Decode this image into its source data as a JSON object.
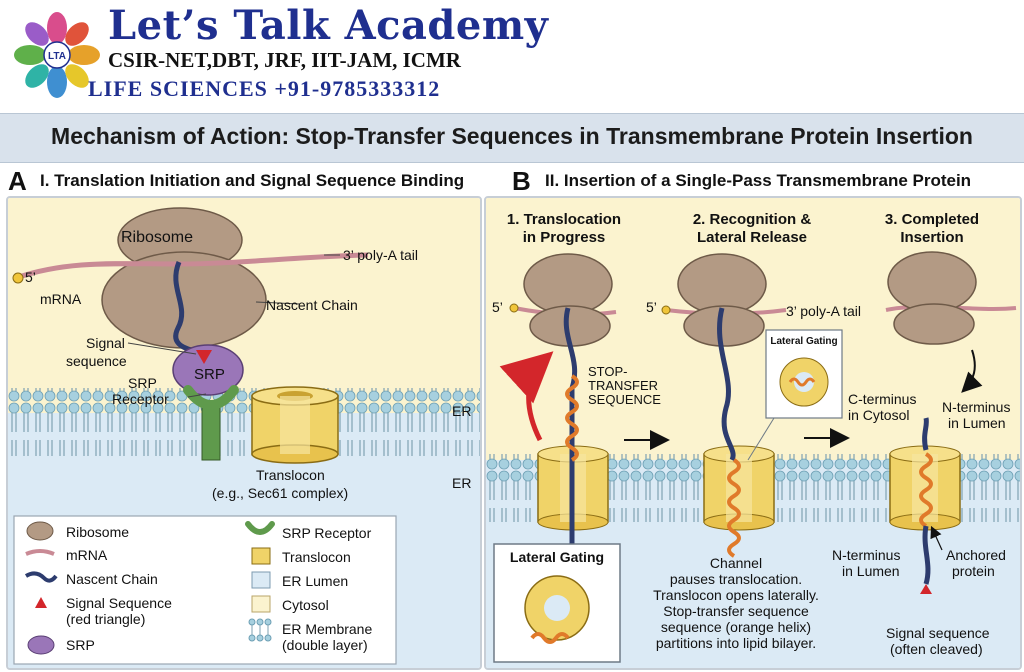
{
  "header": {
    "brand": "Let’s Talk Academy",
    "exams": "CSIR-NET,DBT, JRF, IIT-JAM, ICMR",
    "subject_phone": "LIFE SCIENCES  +91-9785333312",
    "logo_text": "LTA"
  },
  "title": "Mechanism of Action: Stop-Transfer Sequences in Transmembrane Protein Insertion",
  "panel_a": {
    "letter": "A",
    "heading": "I. Translation Initiation and Signal Sequence Binding",
    "labels": {
      "ribosome": "Ribosome",
      "polya": "3’ poly-A tail",
      "five": "5’",
      "mrna": "mRNA",
      "nascent": "Nascent Chain",
      "signal1": "Signal",
      "signal2": "sequence",
      "srp": "SRP",
      "srpr1": "SRP",
      "srpr2": "Receptor",
      "er": "ER",
      "er2": "ER",
      "translocon1": "Translocon",
      "translocon2": "(e.g., Sec61 complex)"
    },
    "legend": [
      {
        "label": "Ribosome"
      },
      {
        "label": "mRNA"
      },
      {
        "label": "Nascent Chain"
      },
      {
        "label": "Signal Sequence"
      },
      {
        "label": "(red triangle)"
      },
      {
        "label": "SRP"
      },
      {
        "label": "SRP Receptor"
      },
      {
        "label": "Translocon"
      },
      {
        "label": "ER Lumen"
      },
      {
        "label": "Cytosol"
      },
      {
        "label": "ER Membrane"
      },
      {
        "label": "(double layer)"
      }
    ]
  },
  "panel_b": {
    "letter": "B",
    "heading": "II. Insertion of a Single-Pass Transmembrane Protein",
    "steps": [
      {
        "line1": "1. Translocation",
        "line2": "in Progress"
      },
      {
        "line1": "2. Recognition &",
        "line2": "Lateral Release"
      },
      {
        "line1": "3. Completed",
        "line2": "Insertion"
      }
    ],
    "labels": {
      "five1": "5’",
      "five2": "5’",
      "polya": "3’ poly-A tail",
      "stop1": "STOP-",
      "stop2": "TRANSFER",
      "stop3": "SEQUENCE",
      "lateral_small": "Lateral Gating",
      "lateral_big": "Lateral Gating",
      "c_term1": "C-terminus",
      "c_term2": "in Cytosol",
      "n_term_lumen1": "N-terminus",
      "n_term_lumen2": "in Lumen",
      "n_term_b1": "N-terminus",
      "n_term_b2": "in Lumen",
      "anchored1": "Anchored",
      "anchored2": "protein",
      "sig1": "Signal sequence",
      "sig2": "(often cleaved)"
    },
    "caption": [
      "Channel",
      "pauses translocation.",
      "Translocon opens laterally.",
      "Stop-transfer sequence",
      "sequence (orange helix)",
      "partitions into lipid bilayer."
    ]
  },
  "colors": {
    "brand_blue": "#1f2f8f",
    "cytosol": "#fbf3cf",
    "lumen": "#dbeaf5",
    "ribosome": "#b39a84",
    "mrna": "#c98a95",
    "chain": "#2d3c6e",
    "srp": "#9a76b8",
    "receptor": "#5f9a4c",
    "translocon": "#f0d368",
    "helix": "#e07a2a",
    "signal": "#d3262b"
  }
}
